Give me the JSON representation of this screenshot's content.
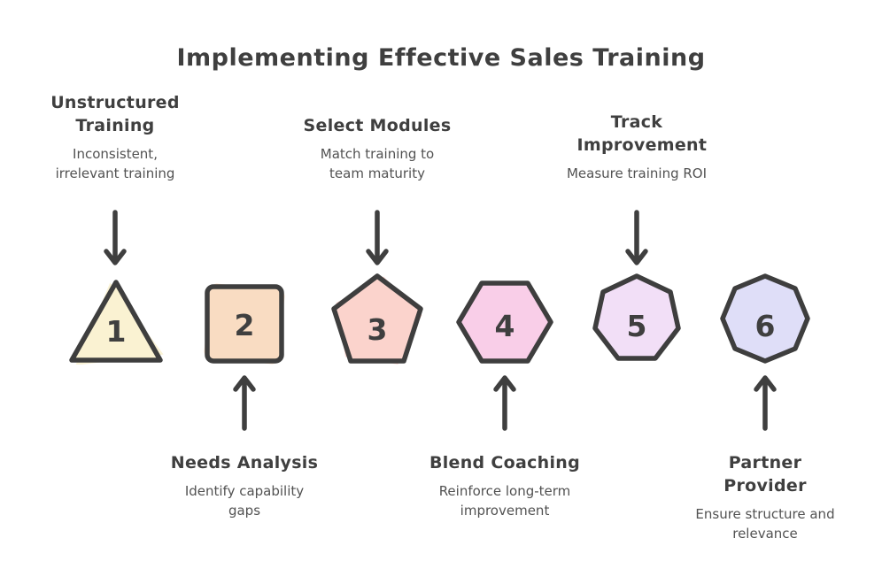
{
  "title": "Implementing Effective Sales Training",
  "colors": {
    "background": "#FFFFFF",
    "outline": "#3E3E3E",
    "heading_text": "#3F3F3F",
    "subtext": "#525252",
    "arrow": "#3F3F3F"
  },
  "steps": [
    {
      "number": "1",
      "shape": "triangle",
      "fill": "#FAF2D2",
      "label": "Unstructured Training",
      "desc": "Inconsistent, irrelevant training",
      "label_position": "top"
    },
    {
      "number": "2",
      "shape": "square",
      "fill": "#F9DCC2",
      "label": "Needs Analysis",
      "desc": "Identify capability gaps",
      "label_position": "bottom"
    },
    {
      "number": "3",
      "shape": "pentagon",
      "fill": "#FBD3CC",
      "label": "Select Modules",
      "desc": "Match training to team maturity",
      "label_position": "top"
    },
    {
      "number": "4",
      "shape": "hexagon",
      "fill": "#F9CEE8",
      "label": "Blend Coaching",
      "desc": "Reinforce long-term improvement",
      "label_position": "bottom"
    },
    {
      "number": "5",
      "shape": "heptagon",
      "fill": "#F2DFF7",
      "label": "Track Improvement",
      "desc": "Measure training ROI",
      "label_position": "top"
    },
    {
      "number": "6",
      "shape": "octagon",
      "fill": "#DFDEF8",
      "label": "Partner Provider",
      "desc": "Ensure structure and relevance",
      "label_position": "bottom"
    }
  ]
}
